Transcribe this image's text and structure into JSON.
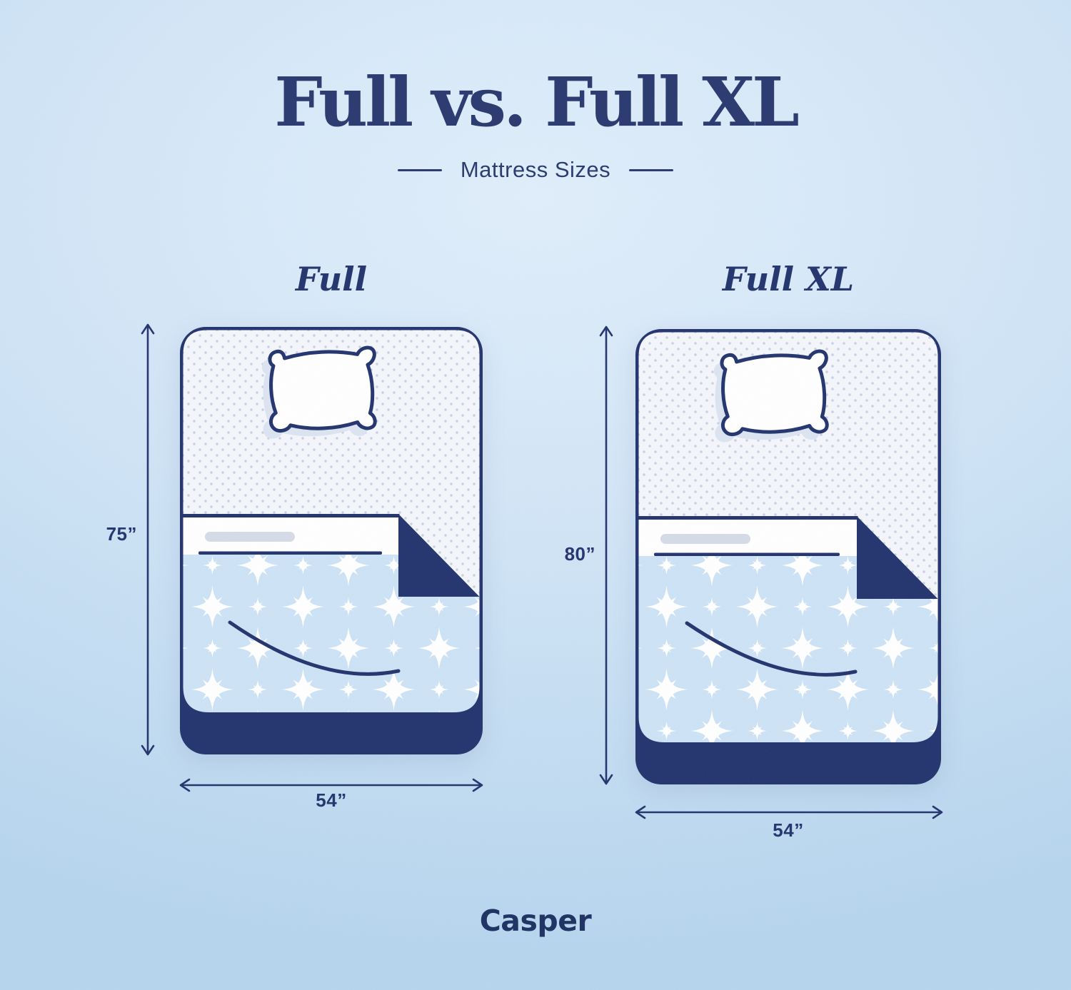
{
  "page": {
    "title": "Full vs. Full XL",
    "subtitle": "Mattress Sizes",
    "brand": "Casper"
  },
  "beds": [
    {
      "name": "Full",
      "height_label": "75”",
      "width_label": "54”"
    },
    {
      "name": "Full XL",
      "height_label": "80”",
      "width_label": "54”"
    }
  ],
  "colors": {
    "navy": "#24356F",
    "title_navy": "#2A3A70",
    "brand_navy": "#1E3263",
    "blanket_blue": "#CDE3F6",
    "mattress_white": "#F4F6FB",
    "dot_gray": "#C8D1E4",
    "sheet_band": "#FFFFFF",
    "sheet_tag_gray": "#D5DCE8",
    "pillow_shadow": "#DCE4F2",
    "star_white": "#FFFFFF",
    "background_light": "#E0EEFB",
    "background_dark": "#B7D5EE"
  }
}
